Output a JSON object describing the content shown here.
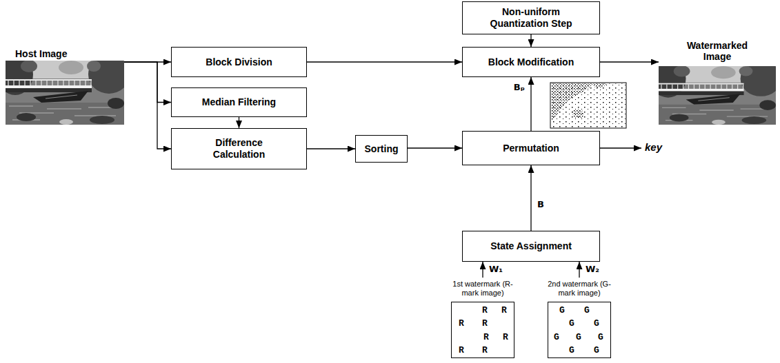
{
  "diagram": {
    "nodes": [
      {
        "text": [
          "Non-uniform Quantization Step"
        ]
      },
      {
        "text": [
          "Host Image"
        ]
      },
      {
        "text": [
          "Block Division"
        ]
      },
      {
        "text": [
          "Block Modification"
        ]
      },
      {
        "text": [
          "Watermarked Image"
        ]
      },
      {
        "text": [
          "Median Filtering"
        ]
      },
      {
        "text": [
          "Difference Calculation"
        ]
      },
      {
        "text": [
          "Sorting"
        ]
      },
      {
        "text": [
          "Permutation"
        ]
      },
      {
        "text": [
          "State Assignment"
        ]
      },
      {
        "text": [
          "1st watermark (R-mark image)",
          "R",
          "R",
          "R",
          "R",
          "R",
          "R",
          "R",
          "R"
        ]
      },
      {
        "text": [
          "2nd watermark (G-mark image)",
          "G",
          "G",
          "G",
          "G",
          "G",
          "G",
          "G",
          "G",
          "G"
        ]
      }
    ],
    "edges": [
      {
        "from": 1,
        "to": 2,
        "arrow": "to"
      },
      {
        "from": 1,
        "to": 5,
        "arrow": "to"
      },
      {
        "from": 1,
        "to": 6,
        "arrow": "to"
      },
      {
        "from": 0,
        "to": 3,
        "arrow": "to"
      },
      {
        "from": 2,
        "to": 3,
        "arrow": "to"
      },
      {
        "from": 3,
        "to": 4,
        "arrow": "to"
      },
      {
        "from": 5,
        "to": 6,
        "arrow": "to"
      },
      {
        "from": 6,
        "to": 7,
        "arrow": "to"
      },
      {
        "from": 7,
        "to": 8,
        "arrow": "to"
      },
      {
        "from": 8,
        "to": 3,
        "label": "Bₚ",
        "arrow": "to"
      },
      {
        "from": 9,
        "to": 8,
        "label": "B",
        "arrow": "to"
      },
      {
        "from": 10,
        "to": 9,
        "label": "W₁",
        "arrow": "to"
      },
      {
        "from": 11,
        "to": 9,
        "label": "W₂",
        "arrow": "to"
      }
    ],
    "labels": [
      "key"
    ]
  }
}
